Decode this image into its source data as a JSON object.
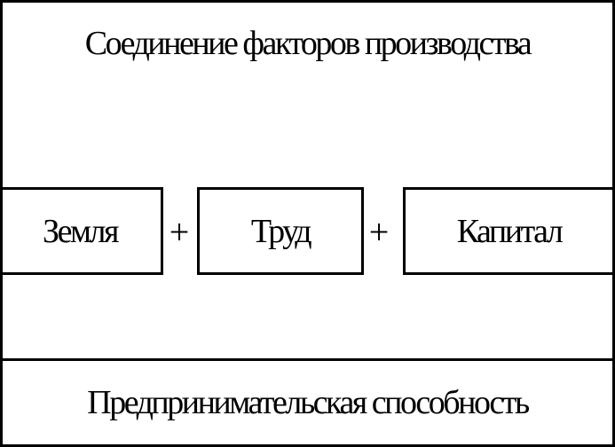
{
  "diagram": {
    "title": "Соединение факторов производства",
    "factors": [
      {
        "label": "Земля"
      },
      {
        "label": "Труд"
      },
      {
        "label": "Капитал"
      }
    ],
    "operators": [
      "+",
      "+"
    ],
    "footer": "Предпринимательская способность"
  }
}
